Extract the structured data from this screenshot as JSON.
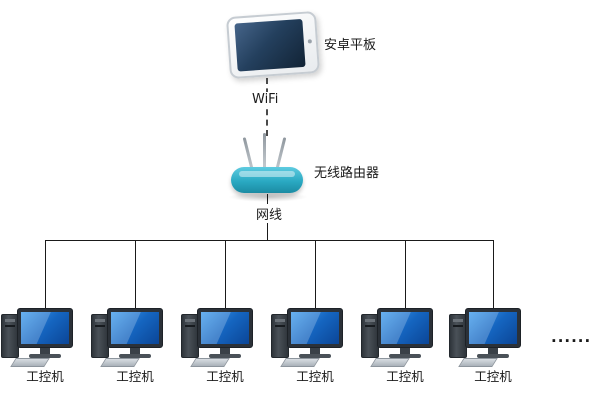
{
  "diagram": {
    "tablet": {
      "label": "安卓平板"
    },
    "wifi": {
      "label": "WiFi"
    },
    "router": {
      "label": "无线路由器"
    },
    "cable": {
      "label": "网线"
    },
    "workstations": [
      {
        "label": "工控机"
      },
      {
        "label": "工控机"
      },
      {
        "label": "工控机"
      },
      {
        "label": "工控机"
      },
      {
        "label": "工控机"
      },
      {
        "label": "工控机"
      }
    ],
    "ellipsis": "......",
    "colors": {
      "line": "#1a1a1a",
      "router_body": "#2aa9c2",
      "monitor_screen": "#1565c0"
    }
  }
}
